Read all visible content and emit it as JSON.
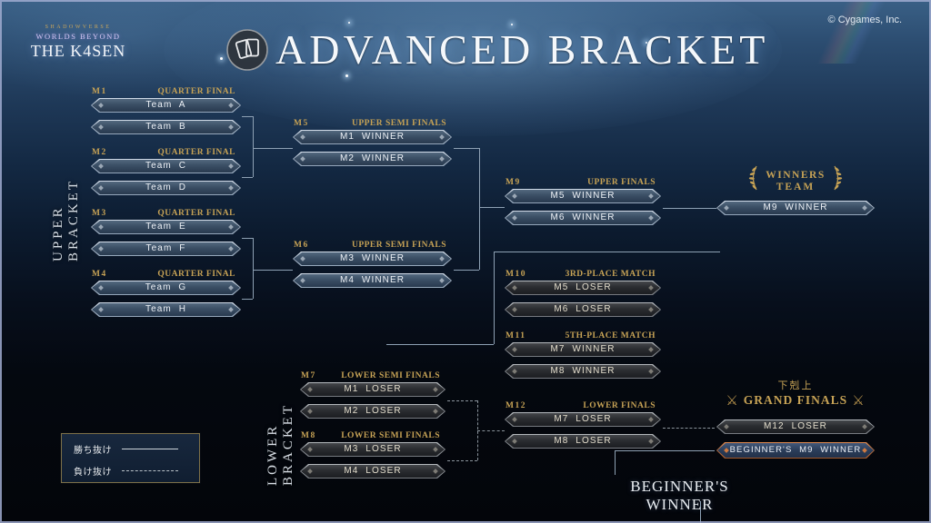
{
  "logo": {
    "brand_top": "SHADOWVERSE",
    "brand_mid": "WORLDS BEYOND",
    "brand_bottom": "THE K4SEN"
  },
  "header": {
    "title": "ADVANCED BRACKET",
    "copyright": "© Cygames, Inc."
  },
  "icons": {
    "title_icon": "cards-icon",
    "winners_icon": "laurel-icon",
    "grand_finals_icon": "crossed-swords-icon",
    "sword_glyph": "⚔"
  },
  "sections": {
    "upper_label": "UPPER BRACKET",
    "lower_label": "LOWER BRACKET"
  },
  "matches": [
    {
      "no": "M1",
      "round": "QUARTER FINAL",
      "slots": [
        "Team A",
        "Team B"
      ]
    },
    {
      "no": "M2",
      "round": "QUARTER FINAL",
      "slots": [
        "Team C",
        "Team D"
      ]
    },
    {
      "no": "M3",
      "round": "QUARTER FINAL",
      "slots": [
        "Team E",
        "Team F"
      ]
    },
    {
      "no": "M4",
      "round": "QUARTER FINAL",
      "slots": [
        "Team G",
        "Team H"
      ]
    },
    {
      "no": "M5",
      "round": "UPPER SEMI FINALS",
      "slots": [
        "M1 WINNER",
        "M2 WINNER"
      ]
    },
    {
      "no": "M6",
      "round": "UPPER SEMI FINALS",
      "slots": [
        "M3 WINNER",
        "M4 WINNER"
      ]
    },
    {
      "no": "M9",
      "round": "UPPER FINALS",
      "slots": [
        "M5 WINNER",
        "M6 WINNER"
      ]
    },
    {
      "no": "M10",
      "round": "3RD-PLACE MATCH",
      "slots": [
        "M5 LOSER",
        "M6 LOSER"
      ]
    },
    {
      "no": "M11",
      "round": "5TH-PLACE MATCH",
      "slots": [
        "M7 WINNER",
        "M8 WINNER"
      ]
    },
    {
      "no": "M7",
      "round": "LOWER SEMI FINALS",
      "slots": [
        "M1 LOSER",
        "M2 LOSER"
      ]
    },
    {
      "no": "M8",
      "round": "LOWER SEMI FINALS",
      "slots": [
        "M3 LOSER",
        "M4 LOSER"
      ]
    },
    {
      "no": "M12",
      "round": "LOWER FINALS",
      "slots": [
        "M7 LOSER",
        "M8 LOSER"
      ]
    }
  ],
  "winners_team": {
    "label_line1": "WINNERS",
    "label_line2": "TEAM",
    "slot": "M9 WINNER"
  },
  "grand_finals": {
    "label_jp": "下剋上",
    "label_en": "GRAND FINALS",
    "slot_upper": "M12 LOSER",
    "slot_lower": "BEGINNER'S M9 WINNER"
  },
  "beginners_winner_label": "BEGINNER'S WINNER",
  "legend": {
    "advance_by_win": "勝ち抜け",
    "advance_by_loss": "負け抜け"
  },
  "colors": {
    "gold": "#c6a255",
    "blue_box_fill": "#3a4e64",
    "blue_box_border": "#b6c4d4",
    "dark_box_fill": "#2a2c30",
    "dark_box_border": "#9aa0a6",
    "special_box_border": "#c2703d",
    "connector": "#8ea1b4",
    "background_top": "#3a6086",
    "background_bottom": "#03050a"
  }
}
